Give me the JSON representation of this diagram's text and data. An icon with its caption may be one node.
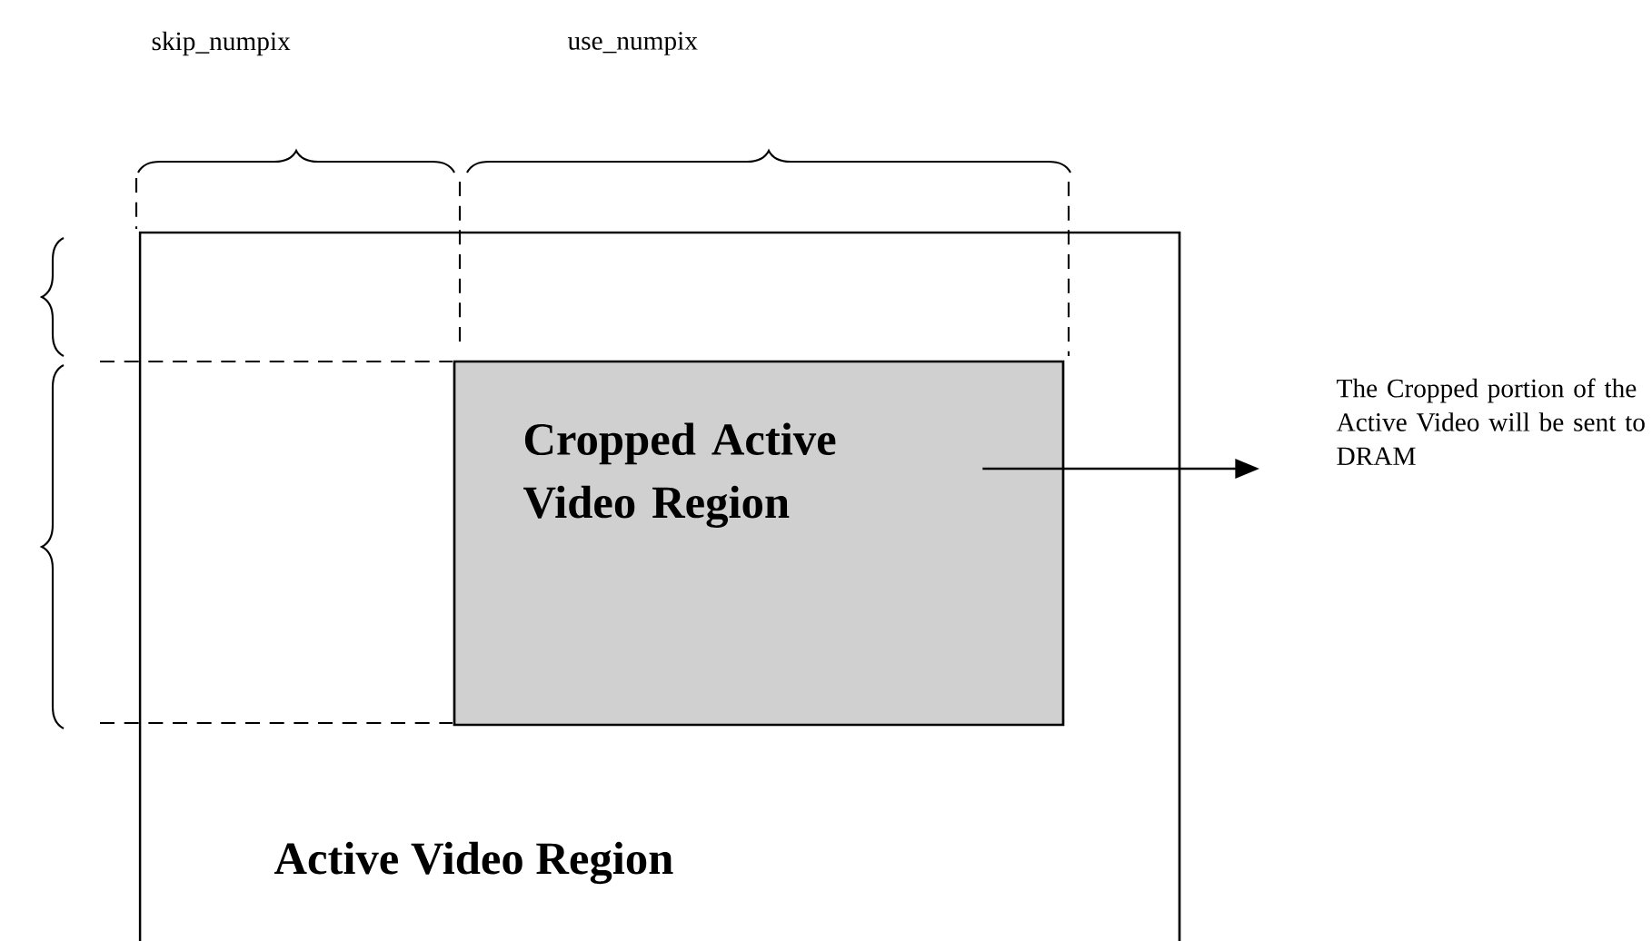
{
  "diagram": {
    "nodes": [
      {
        "text": [
          "Active Video Region"
        ]
      },
      {
        "text": [
          "Cropped Active Video Region"
        ],
        "in": 0
      },
      {
        "text": [
          "The Cropped portion of the Active Video will be sent to DRAM"
        ]
      }
    ],
    "edges": [
      {
        "from": 1,
        "to": 2,
        "arrow": "to"
      }
    ],
    "labels": [
      "skip_numpix",
      "use_numpix"
    ]
  }
}
